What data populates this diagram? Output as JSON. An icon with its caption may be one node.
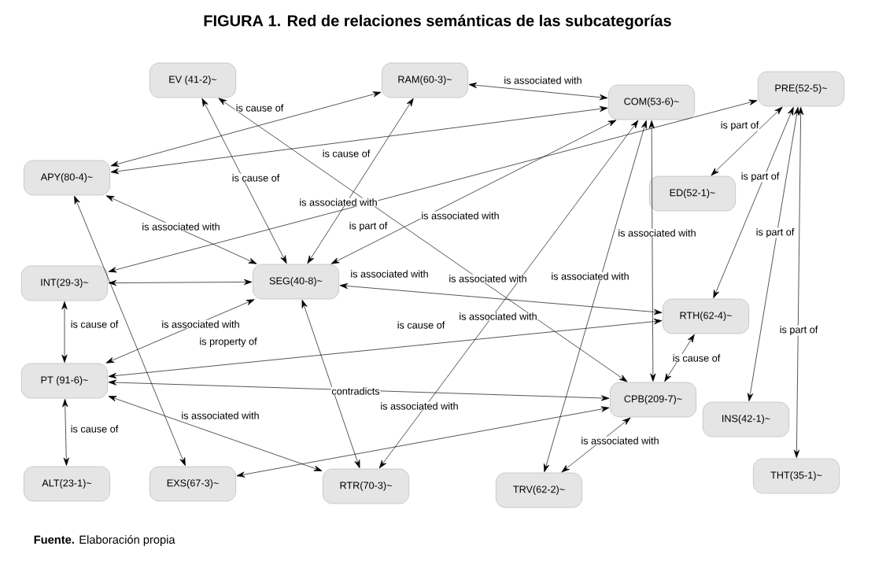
{
  "diagram": {
    "title": "FIGURA 1. Red de relaciones  semánticas de las subcategorías",
    "caption": "**Fuente.** Elaboración propia",
    "nodes": [
      {
        "text": [
          "EV (41-2)~"
        ]
      },
      {
        "text": [
          "RAM(60-3)~"
        ]
      },
      {
        "text": [
          "COM(53-6)~"
        ]
      },
      {
        "text": [
          "PRE(52-5)~"
        ]
      },
      {
        "text": [
          "APY(80-4)~"
        ]
      },
      {
        "text": [
          "ED(52-1)~"
        ]
      },
      {
        "text": [
          "INT(29-3)~"
        ]
      },
      {
        "text": [
          "SEG(40-8)~"
        ]
      },
      {
        "text": [
          "RTH(62-4)~"
        ]
      },
      {
        "text": [
          "PT (91-6)~"
        ]
      },
      {
        "text": [
          "CPB(209-7)~"
        ]
      },
      {
        "text": [
          "INS(42-1)~"
        ]
      },
      {
        "text": [
          "ALT(23-1)~"
        ]
      },
      {
        "text": [
          "EXS(67-3)~"
        ]
      },
      {
        "text": [
          "RTR(70-3)~"
        ]
      },
      {
        "text": [
          "TRV(62-2)~"
        ]
      },
      {
        "text": [
          "THT(35-1)~"
        ]
      }
    ],
    "edges": [
      {
        "from": 4,
        "to": 1,
        "arrow": "both",
        "label": "is cause of"
      },
      {
        "from": 4,
        "to": 2,
        "arrow": "both",
        "label": "is cause of"
      },
      {
        "from": 0,
        "to": 7,
        "arrow": "both",
        "label": "is cause of"
      },
      {
        "from": 0,
        "to": 10,
        "arrow": "both",
        "label": "is associated with"
      },
      {
        "from": 1,
        "to": 2,
        "arrow": "both",
        "label": "is associated with"
      },
      {
        "from": 1,
        "to": 7,
        "arrow": "both",
        "label": "is part of"
      },
      {
        "from": 3,
        "to": 6,
        "arrow": "both",
        "label": "is associated with"
      },
      {
        "from": 2,
        "to": 7,
        "arrow": "both",
        "label": "is associated with"
      },
      {
        "from": 4,
        "to": 7,
        "arrow": "both",
        "label": "is associated with"
      },
      {
        "from": 4,
        "to": 13,
        "arrow": "both"
      },
      {
        "from": 6,
        "to": 7,
        "arrow": "both"
      },
      {
        "from": 6,
        "to": 9,
        "arrow": "both",
        "label": "is cause of"
      },
      {
        "from": 9,
        "to": 7,
        "arrow": "both",
        "label": "is associated with"
      },
      {
        "from": 7,
        "to": 8,
        "arrow": "both",
        "label": "is associated with"
      },
      {
        "from": 9,
        "to": 8,
        "arrow": "both",
        "label": "is property of"
      },
      {
        "from": 9,
        "to": 10,
        "arrow": "both",
        "label": "contradicts"
      },
      {
        "from": 9,
        "to": 14,
        "arrow": "both",
        "label": "is associated with"
      },
      {
        "from": 7,
        "to": 14,
        "arrow": "both"
      },
      {
        "from": 9,
        "to": 12,
        "arrow": "both",
        "label": "is cause of"
      },
      {
        "from": 13,
        "to": 10,
        "arrow": "both"
      },
      {
        "from": 2,
        "to": 14,
        "arrow": "both",
        "label": "is associated with"
      },
      {
        "from": 2,
        "to": 15,
        "arrow": "both",
        "label": "is associated with"
      },
      {
        "from": 2,
        "to": 10,
        "arrow": "both",
        "label": "is associated with"
      },
      {
        "from": 10,
        "to": 8,
        "arrow": "both",
        "label": "is cause of"
      },
      {
        "from": 10,
        "to": 15,
        "arrow": "both",
        "label": "is associated with"
      },
      {
        "from": 3,
        "to": 5,
        "arrow": "both",
        "label": "is part of"
      },
      {
        "from": 3,
        "to": 8,
        "arrow": "both",
        "label": "is part of"
      },
      {
        "from": 3,
        "to": 11,
        "arrow": "both",
        "label": "is part of"
      },
      {
        "from": 3,
        "to": 16,
        "arrow": "both",
        "label": "is part of"
      }
    ],
    "labels": [
      "is cause of",
      "is associated with"
    ]
  }
}
